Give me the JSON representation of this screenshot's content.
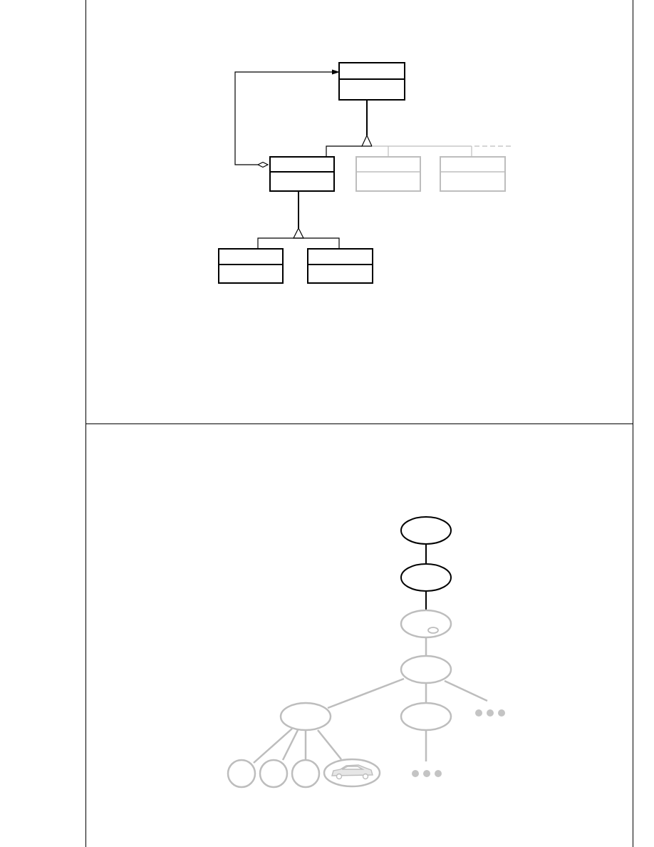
{
  "colors": {
    "line": "#000000",
    "faded": "#bdbdbd",
    "background": "#ffffff"
  },
  "uml_diagram": {
    "boxes": [
      {
        "id": "top-class",
        "style": "solid"
      },
      {
        "id": "mid-class",
        "style": "solid"
      },
      {
        "id": "faded-class-1",
        "style": "faded"
      },
      {
        "id": "faded-class-2",
        "style": "faded"
      },
      {
        "id": "leaf-class-left",
        "style": "solid"
      },
      {
        "id": "leaf-class-right",
        "style": "solid"
      }
    ],
    "relations": [
      {
        "type": "inheritance",
        "parent": "top-class",
        "children": [
          "mid-class",
          "faded-class-1",
          "faded-class-2"
        ],
        "continues": true
      },
      {
        "type": "inheritance",
        "parent": "mid-class",
        "children": [
          "leaf-class-left",
          "leaf-class-right"
        ]
      },
      {
        "type": "aggregation",
        "from": "mid-class",
        "to": "top-class"
      }
    ]
  },
  "tree_diagram": {
    "nodes": [
      {
        "id": "root",
        "style": "solid"
      },
      {
        "id": "node-2",
        "style": "solid"
      },
      {
        "id": "node-3",
        "style": "faded"
      },
      {
        "id": "node-4",
        "style": "faded"
      },
      {
        "id": "node-left",
        "style": "faded"
      },
      {
        "id": "node-middle",
        "style": "faded"
      },
      {
        "id": "leaf-1",
        "style": "faded"
      },
      {
        "id": "leaf-2",
        "style": "faded"
      },
      {
        "id": "leaf-3",
        "style": "faded"
      },
      {
        "id": "leaf-car",
        "style": "faded",
        "icon": "car-icon"
      }
    ],
    "continuation_markers": 2
  }
}
